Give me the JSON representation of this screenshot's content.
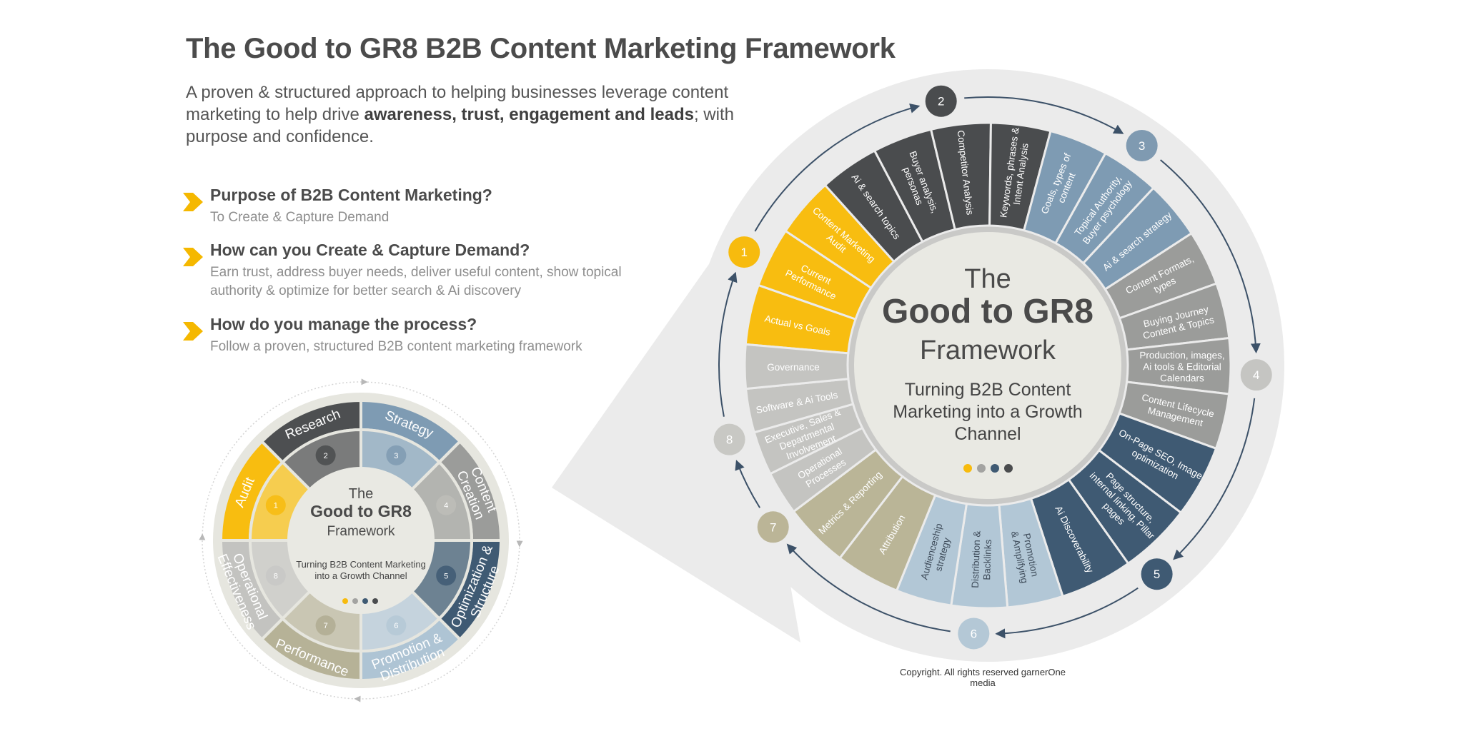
{
  "header": {
    "title": "The Good to GR8 B2B Content Marketing Framework",
    "intro_before": "A proven & structured approach to helping businesses leverage content marketing to help drive ",
    "intro_bold": "awareness, trust, engagement and leads",
    "intro_after": "; with purpose and confidence."
  },
  "questions": [
    {
      "heading": "Purpose of B2B Content Marketing?",
      "answer": "To Create & Capture Demand"
    },
    {
      "heading": "How can you Create & Capture Demand?",
      "answer": "Earn trust, address buyer needs, deliver useful content, show topical authority & optimize for better search & Ai discovery"
    },
    {
      "heading": "How do you manage the process?",
      "answer": "Follow a proven, structured B2B content marketing framework"
    }
  ],
  "colors": {
    "accent_yellow": "#f7bb0e",
    "bubble_bg": "#ebebeb",
    "arrow_line": "#3c5168",
    "dots": [
      "#f7bb0e",
      "#a3a3a1",
      "#3f5a73",
      "#4a4c4e"
    ]
  },
  "small_wheel": {
    "title_top": "The",
    "title_main": "Good to GR8",
    "title_bottom": "Framework",
    "tagline": [
      "Turning B2B Content Marketing",
      "into a Growth Channel"
    ],
    "segments": [
      {
        "number": "1",
        "label": [
          "Audit"
        ],
        "outer": "#f8bd10",
        "inner": "#f6cd4f",
        "badge": "#f7bb0e"
      },
      {
        "number": "2",
        "label": [
          "Research"
        ],
        "outer": "#4d4f51",
        "inner": "#7a7b7b",
        "badge": "#4a4c4e"
      },
      {
        "number": "3",
        "label": [
          "Strategy"
        ],
        "outer": "#7e9bb3",
        "inner": "#a2b8c8",
        "badge": "#7f9ab1"
      },
      {
        "number": "4",
        "label": [
          "Content",
          "Creation"
        ],
        "outer": "#9b9c9a",
        "inner": "#b3b4b0",
        "badge": "#bdbdb9"
      },
      {
        "number": "5",
        "label": [
          "Optimization &",
          "Structure"
        ],
        "outer": "#3f5a73",
        "inner": "#6d8292",
        "badge": "#3f5a73"
      },
      {
        "number": "6",
        "label": [
          "Promotion &",
          "Distribution"
        ],
        "outer": "#aec4d4",
        "inner": "#c5d3dd",
        "badge": "#b4c8d6"
      },
      {
        "number": "7",
        "label": [
          "Performance"
        ],
        "outer": "#b6b297",
        "inner": "#c9c6b3",
        "badge": "#b0ac92"
      },
      {
        "number": "8",
        "label": [
          "Operational",
          "Effectiveness"
        ],
        "outer": "#c3c3c0",
        "inner": "#d0d0cc",
        "badge": "#c8c8c5"
      }
    ]
  },
  "big_wheel": {
    "title_top": "The",
    "title_main": "Good to GR8",
    "title_bottom": "Framework",
    "tagline": [
      "Turning B2B Content",
      "Marketing into a Growth",
      "Channel"
    ],
    "groups": [
      {
        "number": "1",
        "color": "#f8bd10",
        "text": "#ffffff",
        "badge": "#f7bb0e",
        "start": 275,
        "end": 318,
        "items": [
          {
            "lines": [
              "Actual vs Goals"
            ]
          },
          {
            "lines": [
              "Current",
              "Performance"
            ]
          },
          {
            "lines": [
              "Content Marketing",
              "Audit"
            ]
          }
        ]
      },
      {
        "number": "2",
        "color": "#4a4c4e",
        "text": "#ffffff",
        "badge": "#4a4c4e",
        "start": 318,
        "end": 375,
        "items": [
          {
            "lines": [
              "Ai & search topics"
            ]
          },
          {
            "lines": [
              "Buyer analysis,",
              "personas"
            ]
          },
          {
            "lines": [
              "Competitor Analysis"
            ]
          },
          {
            "lines": [
              "Keywords, phrases &",
              "Intent Analysis"
            ]
          }
        ]
      },
      {
        "number": "3",
        "color": "#7e9bb3",
        "text": "#ffffff",
        "badge": "#7f9ab1",
        "start": 15,
        "end": 57,
        "items": [
          {
            "lines": [
              "Goals, types of",
              "content"
            ]
          },
          {
            "lines": [
              "Topical Authority,",
              "Buyer psychology"
            ]
          },
          {
            "lines": [
              "Ai & search strategy"
            ]
          }
        ]
      },
      {
        "number": "4",
        "color": "#9b9c9a",
        "text": "#ffffff",
        "badge": "#c5c5c2",
        "start": 57,
        "end": 110,
        "items": [
          {
            "lines": [
              "Content Formats,",
              "types"
            ]
          },
          {
            "lines": [
              "Buying Journey",
              "Content & Topics"
            ]
          },
          {
            "lines": [
              "Production, images,",
              "Ai tools & Editorial",
              "Calendars"
            ]
          },
          {
            "lines": [
              "Content Lifecycle",
              "Management"
            ]
          }
        ]
      },
      {
        "number": "5",
        "color": "#3f5a73",
        "text": "#ffffff",
        "badge": "#3f5a73",
        "start": 110,
        "end": 162,
        "items": [
          {
            "lines": [
              "On-Page SEO, Image",
              "optimization"
            ]
          },
          {
            "lines": [
              "Page structure,",
              "internal linking, Pillar",
              "pages"
            ]
          },
          {
            "lines": [
              "Ai Discoverability"
            ]
          }
        ]
      },
      {
        "number": "6",
        "color": "#b2c7d6",
        "text": "#3e4b59",
        "badge": "#b4c8d6",
        "start": 162,
        "end": 202,
        "items": [
          {
            "lines": [
              "Promotion",
              "& Amplifying"
            ]
          },
          {
            "lines": [
              "Distribution &",
              "Backlinks"
            ]
          },
          {
            "lines": [
              "Audienceship",
              "strategy"
            ]
          }
        ]
      },
      {
        "number": "7",
        "color": "#bab597",
        "text": "#ffffff",
        "badge": "#bbb597",
        "start": 202,
        "end": 233,
        "items": [
          {
            "lines": [
              "Attribution"
            ]
          },
          {
            "lines": [
              "Metrics & Reporting"
            ]
          }
        ]
      },
      {
        "number": "8",
        "color": "#c4c4c1",
        "text": "#ffffff",
        "badge": "#c8c8c4",
        "start": 233,
        "end": 275,
        "items": [
          {
            "lines": [
              "Operational",
              "Processes"
            ]
          },
          {
            "lines": [
              "Executive, Sales &",
              "Departmental",
              "Involvement"
            ]
          },
          {
            "lines": [
              "Software & Ai Tools"
            ]
          },
          {
            "lines": [
              "Governance"
            ]
          }
        ]
      }
    ],
    "badge_angles": [
      295,
      350,
      35,
      92,
      141,
      183,
      233,
      254
    ]
  },
  "footer": {
    "copyright": "Copyright. All rights reserved garnerOne media"
  }
}
